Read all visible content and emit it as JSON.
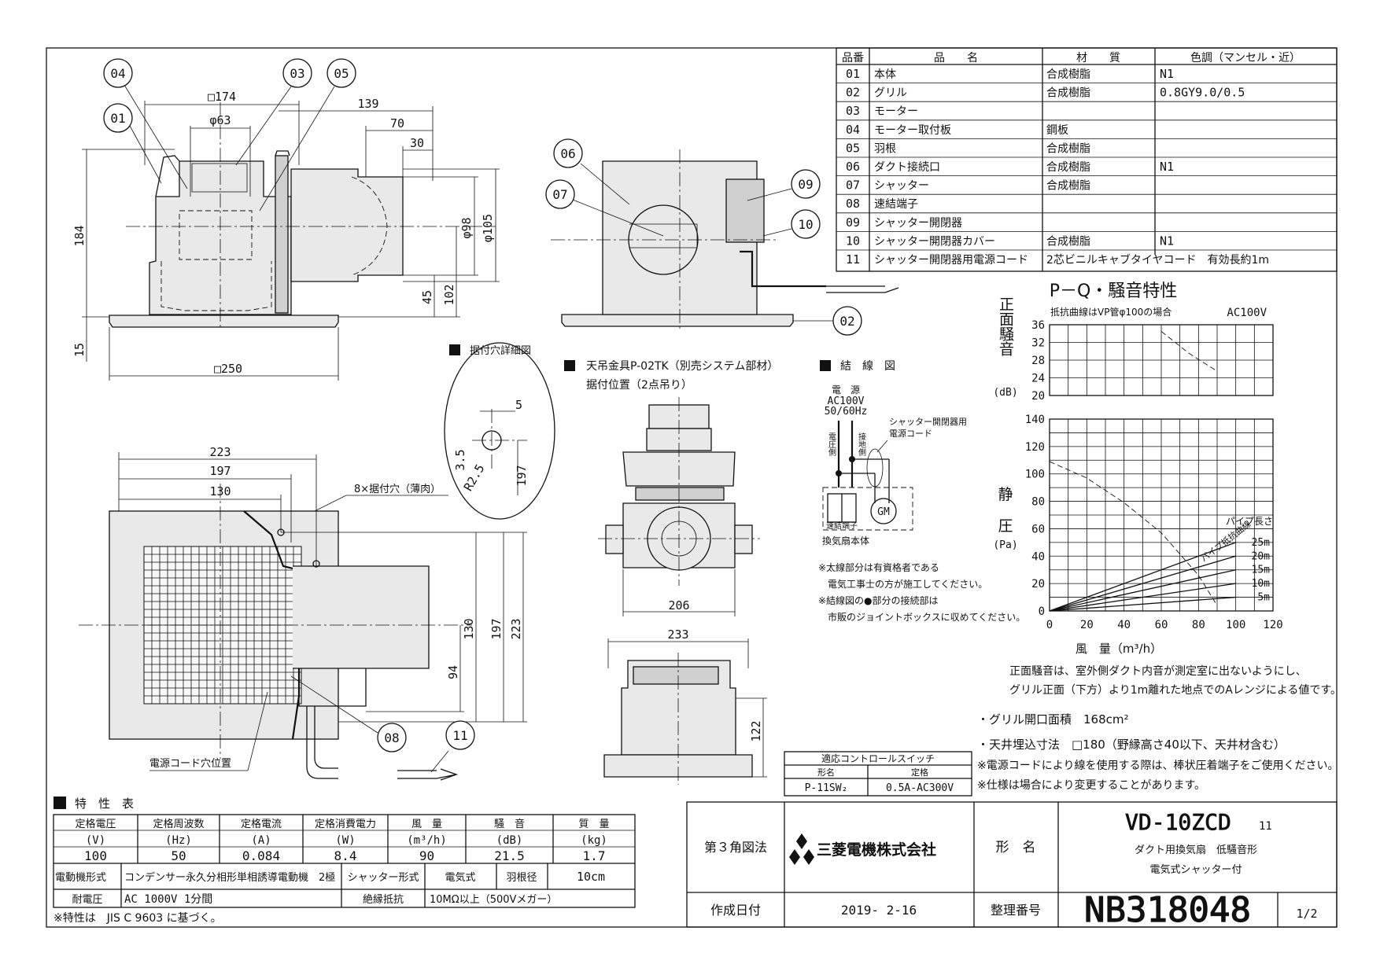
{
  "parts_table": {
    "headers": [
      "品番",
      "品　　名",
      "材　　質",
      "色調（マンセル・近）"
    ],
    "rows": [
      [
        "01",
        "本体",
        "合成樹脂",
        "N1"
      ],
      [
        "02",
        "グリル",
        "合成樹脂",
        "0.8GY9.0/0.5"
      ],
      [
        "03",
        "モーター",
        "",
        ""
      ],
      [
        "04",
        "モーター取付板",
        "鋼板",
        ""
      ],
      [
        "05",
        "羽根",
        "合成樹脂",
        ""
      ],
      [
        "06",
        "ダクト接続口",
        "合成樹脂",
        "N1"
      ],
      [
        "07",
        "シャッター",
        "合成樹脂",
        ""
      ],
      [
        "08",
        "速結端子",
        "",
        ""
      ],
      [
        "09",
        "シャッター開閉器",
        "",
        ""
      ],
      [
        "10",
        "シャッター開閉器カバー",
        "合成樹脂",
        "N1"
      ],
      [
        "11",
        "シャッター開閉器用電源コード",
        "2芯ビニルキャブタイヤコード　有効長約1m",
        ""
      ]
    ]
  },
  "front_view": {
    "callouts": [
      "04",
      "03",
      "05",
      "01"
    ],
    "dims": {
      "sq174": "□174",
      "phi63": "φ63",
      "d139": "139",
      "d70": "70",
      "d30": "30",
      "d184": "184",
      "phi98": "φ98",
      "phi105": "φ105",
      "d45": "45",
      "d102": "102",
      "d15": "15",
      "sq250": "□250"
    }
  },
  "side_view": {
    "callouts": [
      "06",
      "07",
      "09",
      "10",
      "02"
    ]
  },
  "mount_hole_detail": {
    "title": "据付穴詳細図",
    "dims": [
      "5",
      "3.5",
      "R2.5",
      "197"
    ]
  },
  "hanger": {
    "title": "天吊金具P-02TK（別売システム部材）",
    "subtitle": "据付位置（2点吊り）",
    "dims": {
      "w206": "206",
      "w233": "233",
      "h122": "122"
    }
  },
  "wiring": {
    "title": "結　線　図",
    "power_label": "電　源",
    "voltage": "AC100V",
    "freq": "50/60Hz",
    "side_labels": [
      "電圧側",
      "接地側"
    ],
    "shutter_cord": "シャッター開閉器用",
    "shutter_cord2": "電源コード",
    "terminal": "速結端子",
    "motor": "GM",
    "body": "換気扇本体",
    "notes": [
      "※太線部分は有資格者である",
      "電気工事士の方が施工してください。",
      "※結線図の●部分の接続部は",
      "市販のジョイントボックスに収めてください。"
    ]
  },
  "top_view": {
    "dims": {
      "d223": "223",
      "d197": "197",
      "d130": "130",
      "v130": "130",
      "v197": "197",
      "v223": "223",
      "v94": "94"
    },
    "hole_label": "8×据付穴（薄肉）",
    "cord_hole": "電源コード穴位置",
    "callouts": [
      "08",
      "11"
    ]
  },
  "pq_chart": {
    "title": "P－Q・騒音特性",
    "note": "抵抗曲線はVP管φ100の場合",
    "voltage": "AC100V",
    "noise_label": "正面騒音",
    "noise_unit": "(dB)",
    "pressure_label1": "静",
    "pressure_label2": "圧",
    "pressure_unit": "(Pa)",
    "xlabel": "風　量（m³/h）",
    "pipe_length_label": "パイプ長さ",
    "pipe_curve_label": "パイプ抵抗曲線",
    "pipe_lengths": [
      "25m",
      "20m",
      "15m",
      "10m",
      "5m"
    ]
  },
  "chart_data": [
    {
      "type": "line",
      "title": "",
      "xlabel": "風量（m³/h）",
      "ylabel": "正面騒音(dB)",
      "xlim": [
        0,
        120
      ],
      "ylim": [
        20,
        36
      ],
      "yticks": [
        "36",
        "32",
        "28",
        "24",
        "20"
      ],
      "series": [
        {
          "x": [
            60,
            75,
            90
          ],
          "values": [
            34.5,
            29.5,
            25.5
          ]
        }
      ]
    },
    {
      "type": "line",
      "title": "",
      "xlabel": "風量（m³/h）",
      "ylabel": "静圧(Pa)",
      "xlim": [
        0,
        120
      ],
      "ylim": [
        0,
        140
      ],
      "xticks": [
        "0",
        "20",
        "40",
        "60",
        "80",
        "100",
        "120"
      ],
      "yticks": [
        "140",
        "120",
        "100",
        "80",
        "60",
        "40",
        "20",
        "0"
      ],
      "series": [
        {
          "name": "",
          "x": [
            0,
            20,
            40,
            60,
            80,
            90
          ],
          "values": [
            109,
            97,
            79,
            57,
            26,
            4
          ]
        },
        {
          "name": "25m",
          "x": [
            0,
            100
          ],
          "values": [
            0,
            50
          ]
        },
        {
          "name": "20m",
          "x": [
            0,
            100
          ],
          "values": [
            0,
            40
          ]
        },
        {
          "name": "15m",
          "x": [
            0,
            100
          ],
          "values": [
            0,
            30
          ]
        },
        {
          "name": "10m",
          "x": [
            0,
            100
          ],
          "values": [
            0,
            20
          ]
        },
        {
          "name": "5m",
          "x": [
            0,
            100
          ],
          "values": [
            0,
            10
          ]
        }
      ]
    }
  ],
  "notes": {
    "noise1": "正面騒音は、室外側ダクト内音が測定室に出ないようにし、",
    "noise2": "グリル正面（下方）より1m離れた地点でのAレンジによる値です。",
    "grill": "・グリル開口面積　168cm²",
    "ceiling": "・天井埋込寸法　□180（野縁高さ40以下、天井材含む）",
    "cord": "※電源コードにより線を使用する際は、棒状圧着端子をご使用ください。",
    "spec": "※仕様は場合により変更することがあります。"
  },
  "switch_table": {
    "title": "適応コントロールスイッチ",
    "headers": [
      "形名",
      "定格"
    ],
    "row": [
      "P-11SW₂",
      "0.5A-AC300V"
    ]
  },
  "spec_table": {
    "title": "特　性　表",
    "headers": [
      "定格電圧",
      "定格周波数",
      "定格電流",
      "定格消費電力",
      "風　量",
      "騒　音",
      "質　量"
    ],
    "units": [
      "(V)",
      "(Hz)",
      "(A)",
      "(W)",
      "(m³/h)",
      "(dB)",
      "(kg)"
    ],
    "values": [
      "100",
      "50",
      "0.084",
      "8.4",
      "90",
      "21.5",
      "1.7"
    ],
    "motor_label": "電動機形式",
    "motor_value": "コンデンサー永久分相形単相誘導電動機　2極",
    "shutter_label": "シャッター形式",
    "shutter_value": "電気式",
    "blade_label": "羽根径",
    "blade_value": "10cm",
    "voltage_label": "耐電圧",
    "voltage_value": "AC 1000V 1分間",
    "insulation_label": "絶縁抵抗",
    "insulation_value": "10MΩ以上（500Vメガー）",
    "note": "※特性は　JIS C 9603 に基づく。"
  },
  "title_block": {
    "projection": "第３角図法",
    "company": "三菱電機株式会社",
    "model_label": "形　名",
    "model": "VD-10ZCD",
    "model_suffix": "11",
    "desc1": "ダクト用換気扇　低騒音形",
    "desc2": "電気式シャッター付",
    "date_label": "作成日付",
    "date": "2019- 2-16",
    "num_label": "整理番号",
    "number": "NB318048",
    "page": "1/2"
  }
}
